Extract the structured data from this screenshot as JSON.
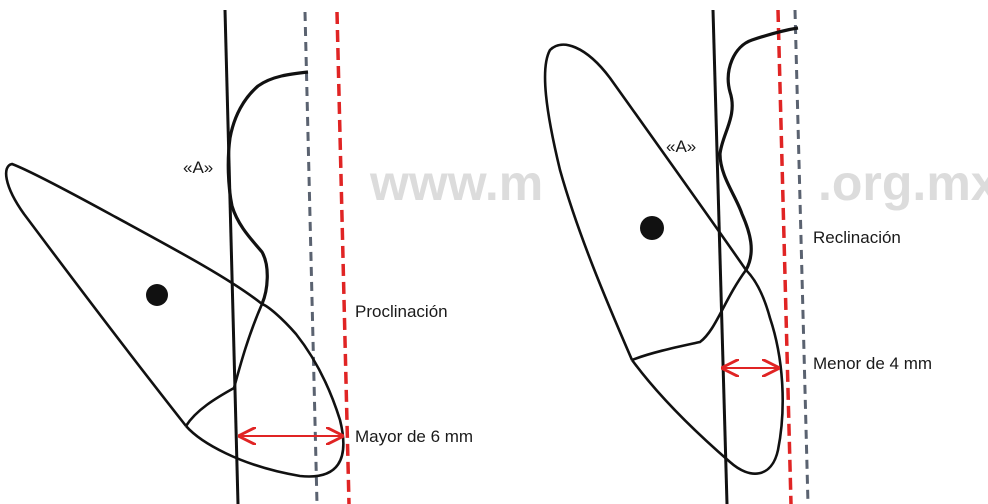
{
  "watermark": {
    "left": "www.m",
    "right": ".org.mx"
  },
  "left_panel": {
    "point_label": "«A»",
    "movement_label": "Proclinación",
    "distance_label": "Mayor de 6 mm"
  },
  "right_panel": {
    "point_label": "«A»",
    "movement_label": "Reclinación",
    "distance_label": "Menor de 4 mm"
  },
  "colors": {
    "outline": "#111111",
    "red_line": "#e02424",
    "gray_dashed": "#5a6270",
    "arrow": "#e02424",
    "watermark": "#dcdcdc"
  }
}
